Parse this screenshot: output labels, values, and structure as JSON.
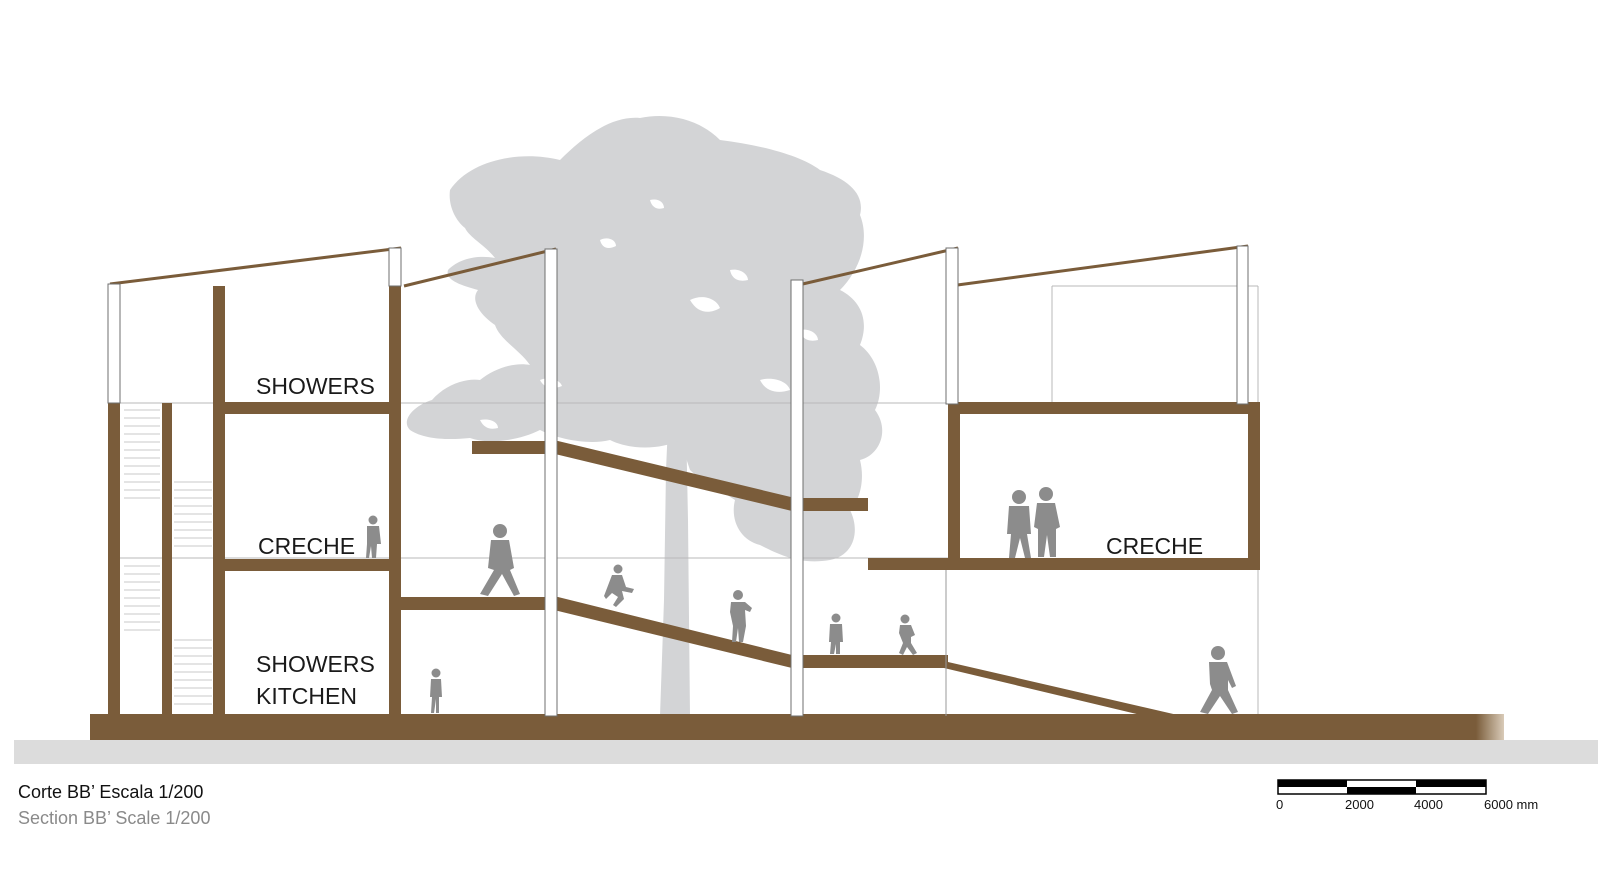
{
  "drawing": {
    "rooms_left": [
      "SHOWERS",
      "CRECHE",
      "SHOWERS",
      "KITCHEN"
    ],
    "rooms_right": [
      "CRECHE"
    ],
    "caption_pt": "Corte BB’ Escala 1/200",
    "caption_en": "Section BB’ Scale 1/200",
    "scale_bar": {
      "ticks": [
        "0",
        "2000",
        "4000",
        "6000 mm"
      ]
    },
    "colors": {
      "structure": "#7a5c3a",
      "tree": "#d3d4d6",
      "figures": "#8c8c8c",
      "ground": "#dadada"
    }
  }
}
